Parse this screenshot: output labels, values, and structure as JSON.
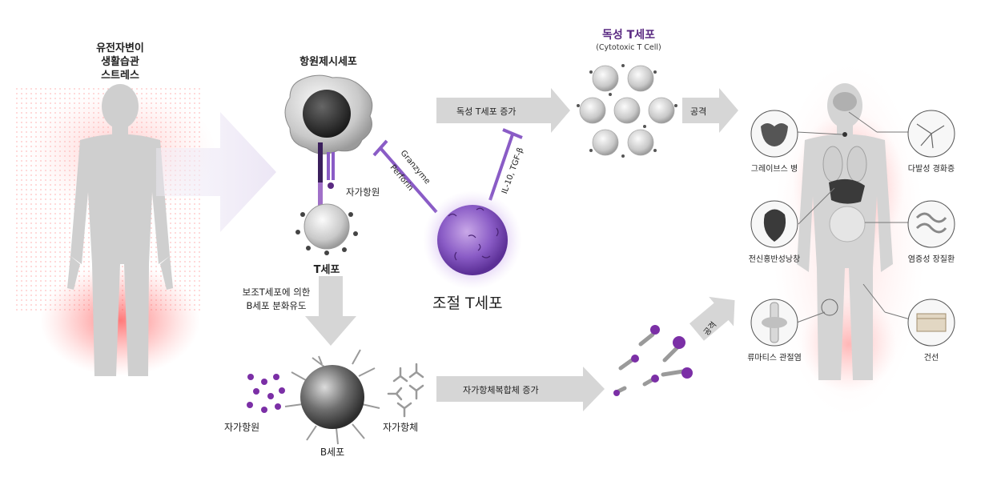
{
  "left": {
    "causes": [
      "유전자변이",
      "생활습관",
      "스트레스"
    ]
  },
  "apc": {
    "label": "항원제시세포"
  },
  "t_cell": {
    "label": "T세포",
    "autoantigen": "자가항원"
  },
  "inhibit": {
    "granzyme": "Granzyme",
    "perforin": "Perforin",
    "cytokines": "IL-10, TGF-β"
  },
  "treg": {
    "label": "조절 T세포"
  },
  "cytotoxic": {
    "title": "독성 T세포",
    "subtitle": "(Cytotoxic T Cell)",
    "increase": "독성 T세포 증가",
    "attack": "공격"
  },
  "b_cell": {
    "helper_line1": "보조T세포에 의한",
    "helper_line2": "B세포 분화유도",
    "label": "B세포",
    "autoantigen": "자가항원",
    "autoantibody": "자가항체",
    "complex_increase": "자가항체복합체 증가",
    "attack": "공격"
  },
  "diseases": {
    "graves": "그레이브스 병",
    "ms": "다발성 경화증",
    "sle": "전신홍반성낭창",
    "ibd": "염증성 장질환",
    "ra": "류마티스 관절염",
    "psoriasis": "건선"
  }
}
